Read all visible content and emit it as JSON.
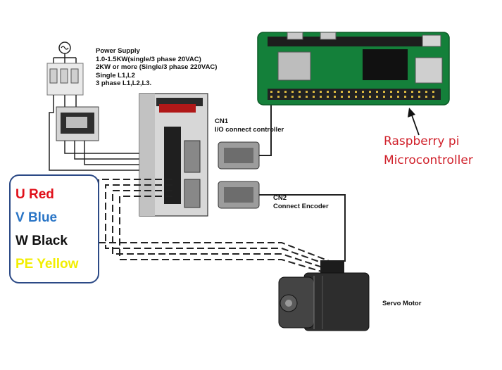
{
  "power_supply": {
    "lines": [
      "Power Supply",
      "1.0-1.5KW(single/3 phase 20VAC)",
      "2KW or more (Single/3 phase 220VAC)",
      "Single L1,L2",
      "3 phase L1,L2,L3."
    ]
  },
  "cn1": {
    "title": "CN1",
    "subtitle": "I/O connect controller"
  },
  "cn2": {
    "title": "CN2",
    "subtitle": "Connect Encoder"
  },
  "raspberry": {
    "lines": [
      "Raspberry pi",
      "Microcontroller"
    ],
    "color": "#d0202a"
  },
  "servo": {
    "label": "Servo Motor"
  },
  "legend": {
    "items": [
      {
        "text": "U Red",
        "color": "#e0101a"
      },
      {
        "text": "V Blue",
        "color": "#2a75c6"
      },
      {
        "text": "W Black",
        "color": "#111111"
      },
      {
        "text": "PE Yellow",
        "color": "#f2ee00"
      }
    ],
    "border_color": "#2c4a86"
  }
}
